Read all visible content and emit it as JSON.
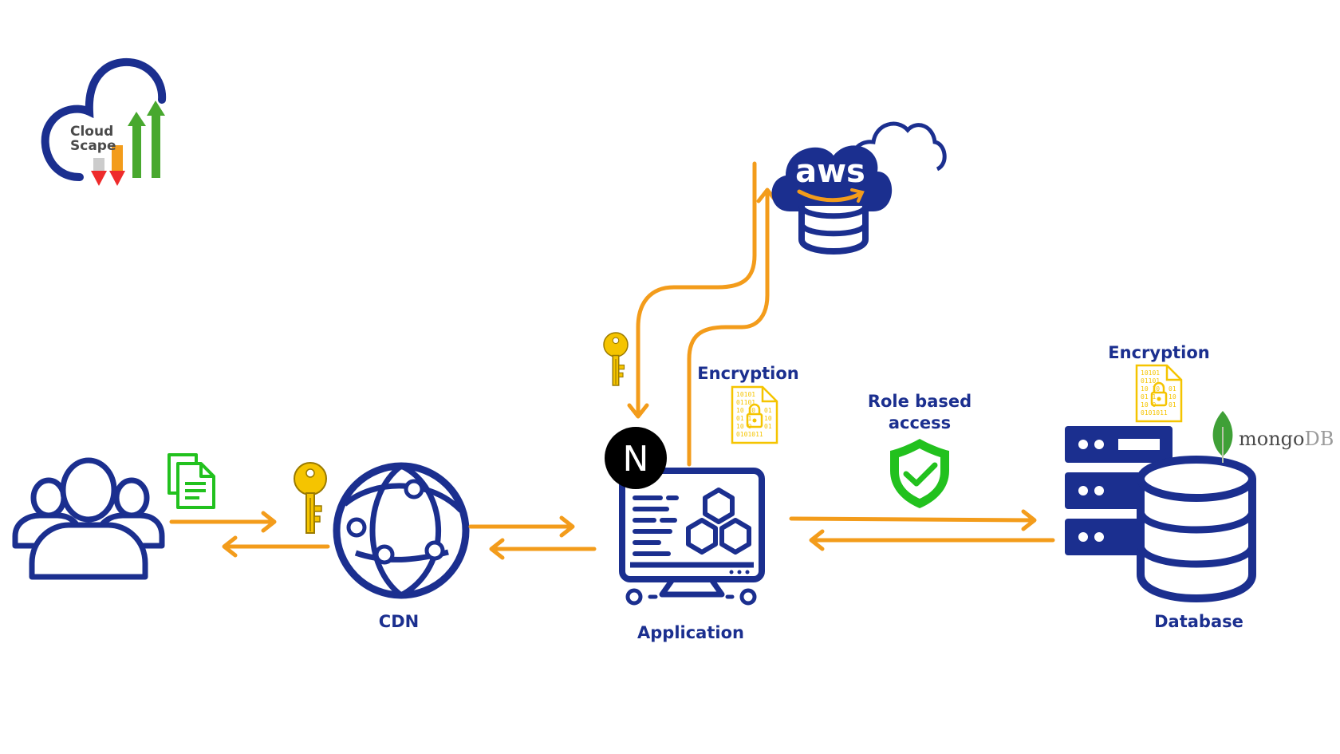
{
  "logo": {
    "line1": "Cloud",
    "line2": "Scape"
  },
  "cloud_provider": {
    "name": "aws"
  },
  "labels": {
    "cdn": "CDN",
    "application": "Application",
    "database": "Database",
    "app_encryption": "Encryption",
    "db_encryption": "Encryption",
    "role_line1": "Role based",
    "role_line2": "access"
  },
  "brands": {
    "app_framework": "N",
    "db_name_part1": "mongo",
    "db_name_part2": "DB"
  },
  "colors": {
    "primary_blue": "#1b2f8f",
    "arrow_orange": "#f39c1b",
    "key_gold": "#f5c400",
    "green": "#22c11e",
    "black": "#000000"
  },
  "icons": [
    "cloudscape-logo",
    "users-icon",
    "document-icon",
    "key-icon",
    "globe-network-icon",
    "nextjs-logo",
    "monitor-code-icon",
    "encrypted-file-icon",
    "shield-check-icon",
    "server-stack-icon",
    "database-icon",
    "mongodb-leaf-icon",
    "aws-cloud-icon"
  ]
}
